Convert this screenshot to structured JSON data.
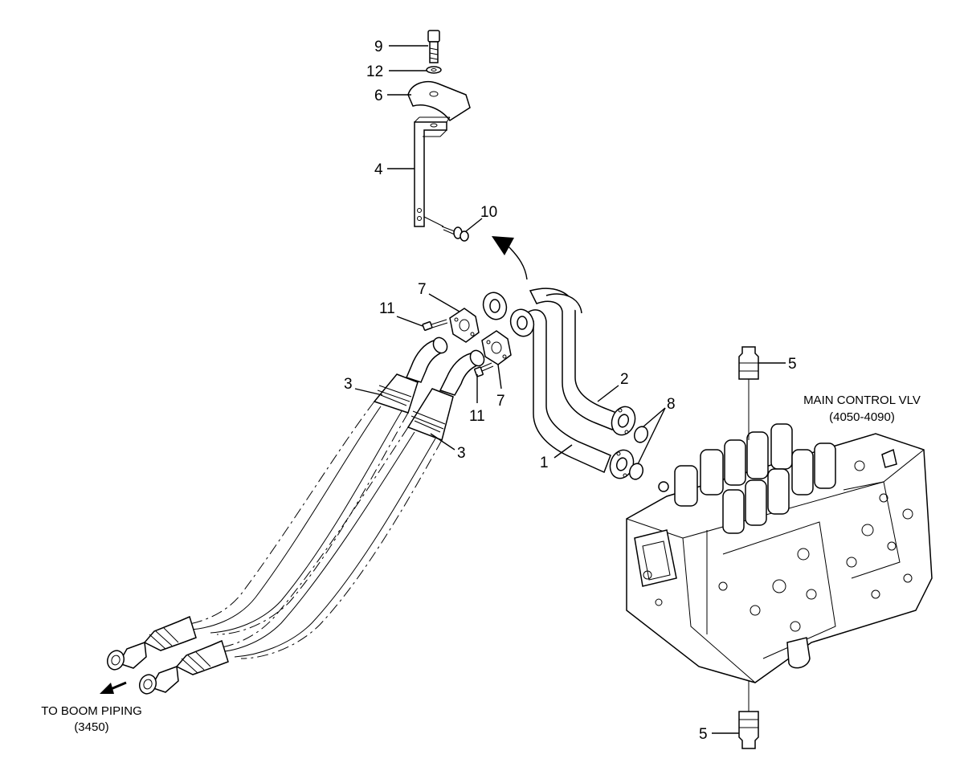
{
  "callouts": [
    "9",
    "12",
    "6",
    "4",
    "10",
    "7",
    "11",
    "11",
    "7",
    "3",
    "3",
    "2",
    "1",
    "8",
    "5",
    "5"
  ],
  "captions": {
    "main_control": "MAIN CONTROL VLV",
    "main_control_code": "(4050-4090)",
    "boom": "TO BOOM PIPING",
    "boom_code": "(3450)"
  }
}
